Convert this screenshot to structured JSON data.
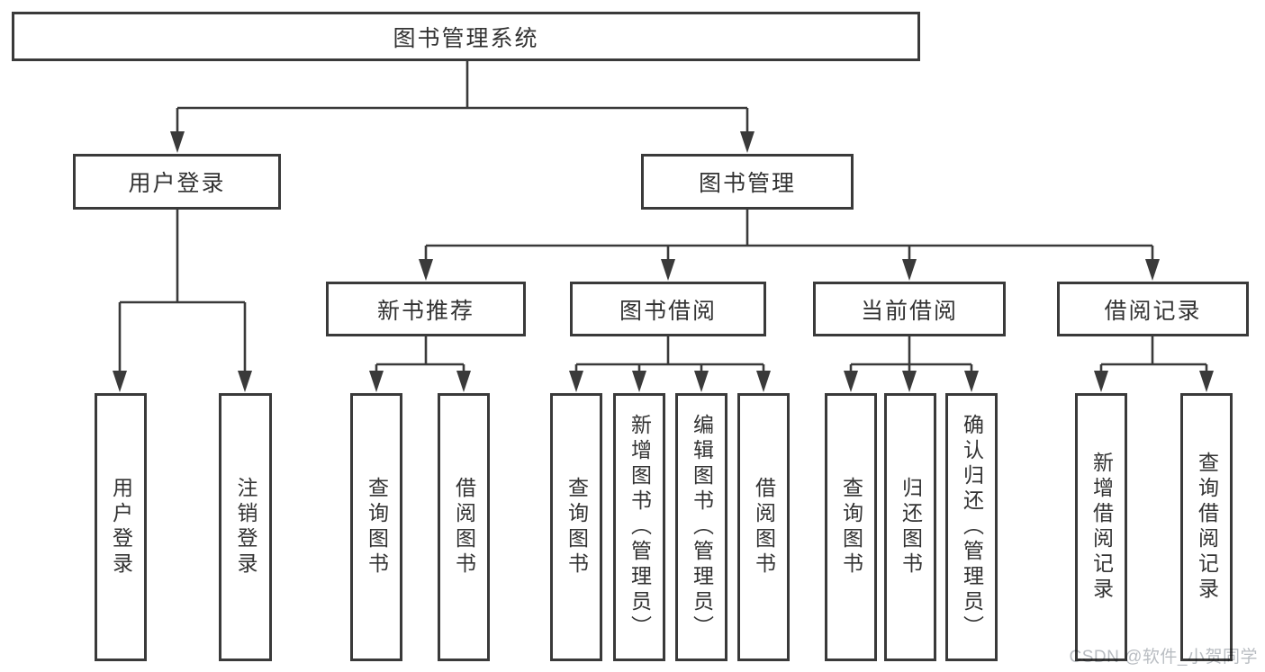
{
  "colors": {
    "line": "#3a3a3a",
    "box_border": "#3a3a3a",
    "text": "#333333",
    "background": "#ffffff",
    "watermark": "#b9bdc2"
  },
  "watermark": "CSDN @软件_小贺同学",
  "tree": {
    "root": {
      "label": "图书管理系统"
    },
    "branches": [
      {
        "label": "用户登录",
        "children": [
          {
            "label": "用户登录"
          },
          {
            "label": "注销登录"
          }
        ]
      },
      {
        "label": "图书管理",
        "sections": [
          {
            "label": "新书推荐",
            "children": [
              {
                "label": "查询图书"
              },
              {
                "label": "借阅图书"
              }
            ]
          },
          {
            "label": "图书借阅",
            "children": [
              {
                "label": "查询图书"
              },
              {
                "label": "新增图书（管理员）"
              },
              {
                "label": "编辑图书（管理员）"
              },
              {
                "label": "借阅图书"
              }
            ]
          },
          {
            "label": "当前借阅",
            "children": [
              {
                "label": "查询图书"
              },
              {
                "label": "归还图书"
              },
              {
                "label": "确认归还（管理员）"
              }
            ]
          },
          {
            "label": "借阅记录",
            "children": [
              {
                "label": "新增借阅记录"
              },
              {
                "label": "查询借阅记录"
              }
            ]
          }
        ]
      }
    ]
  }
}
